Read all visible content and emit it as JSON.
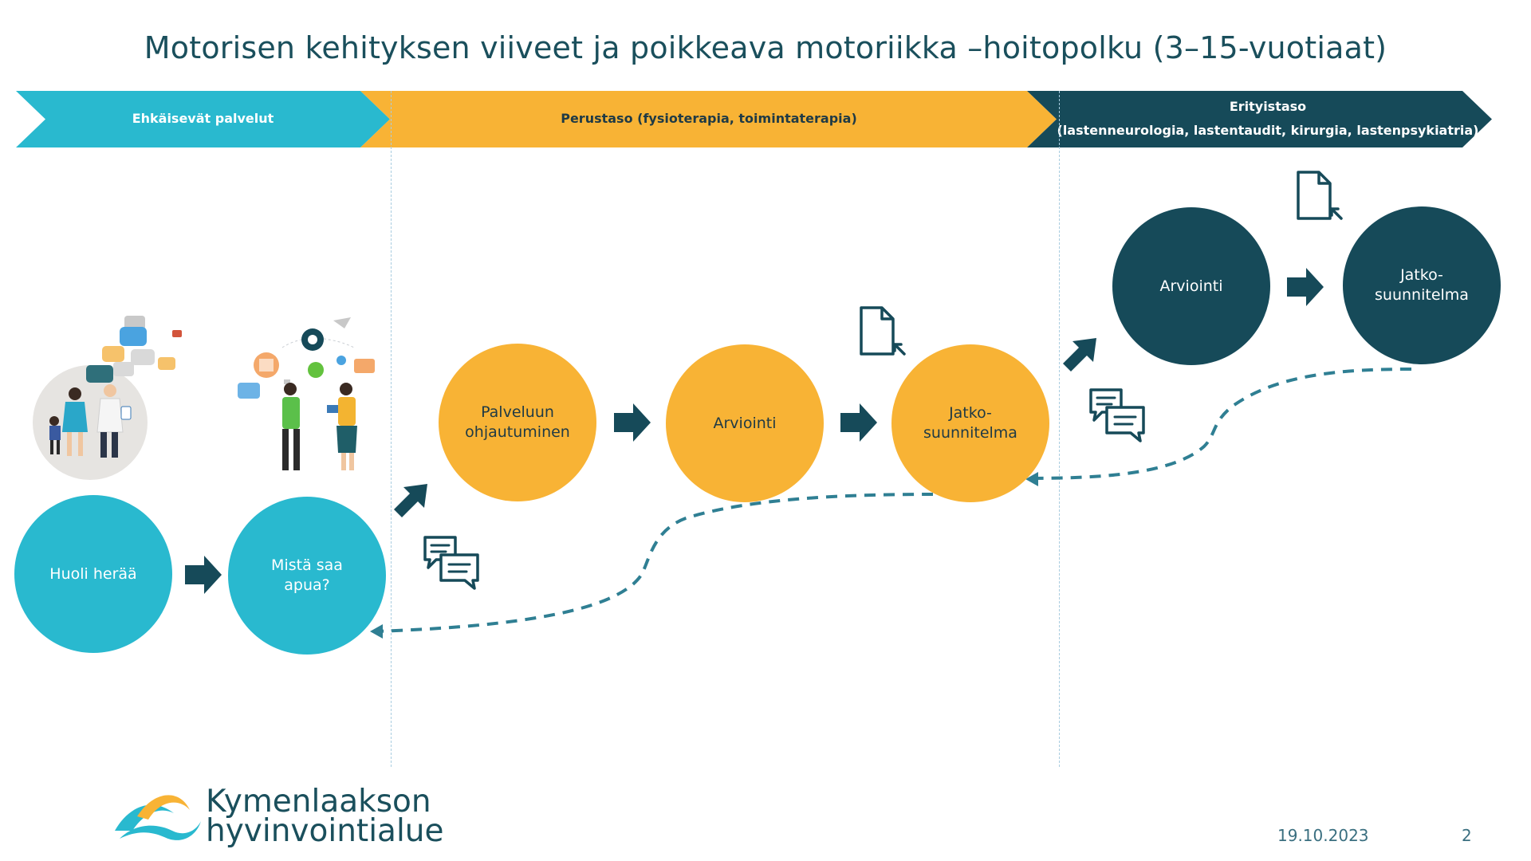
{
  "title": "Motorisen kehityksen viiveet ja poikkeava motoriikka –hoitopolku (3–15-vuotiaat)",
  "colors": {
    "teal": "#29b9cf",
    "orange": "#f8b335",
    "dark_teal": "#164a59",
    "arrow": "#164a59",
    "dashed_return": "#2f7f93",
    "title_text": "#1a4f5c"
  },
  "levels": [
    {
      "label": "Ehkäisevät palvelut"
    },
    {
      "label": "Perustaso (fysioterapia, toimintaterapia)"
    },
    {
      "label_line1": "Erityistaso",
      "label_line2": "(lastenneurologia, lastentaudit, kirurgia, lastenpsykiatria)"
    }
  ],
  "steps": {
    "huoli": "Huoli herää",
    "mista": "Mistä saa\napua?",
    "ohjautuminen": "Palveluun\nohjautuminen",
    "arviointi_basic": "Arviointi",
    "jatko_basic": "Jatko-\nsuunnitelma",
    "arviointi_special": "Arviointi",
    "jatko_special": "Jatko-\nsuunnitelma"
  },
  "icons": [
    "family-doctor-illustration",
    "people-tech-illustration",
    "document-icon",
    "chat-icon",
    "right-arrow-icon",
    "diagonal-arrow-icon",
    "logo-wave-icon"
  ],
  "logo": {
    "line1": "Kymenlaakson",
    "line2": "hyvinvointialue"
  },
  "footer": {
    "date": "19.10.2023",
    "page": "2"
  }
}
